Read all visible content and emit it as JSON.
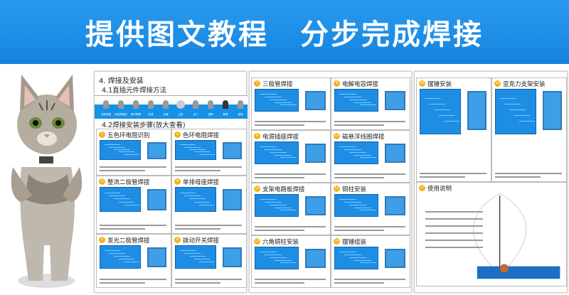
{
  "banner": {
    "title_left": "提供图文教程",
    "title_right": "分步完成焊接",
    "color": "#1a8fe3"
  },
  "page1": {
    "heading": "4. 焊接及安装",
    "sub1": "4.1直插元件焊接方法",
    "sub2": "4.2焊接安装步骤(放大查看)",
    "tools": [
      "加热焊盘",
      "添加焊锡丝",
      "移开焊锡",
      "完成",
      "正确",
      "过多",
      "太少",
      "虚焊",
      "焦黑",
      "连锡"
    ],
    "cells": [
      {
        "n": "1",
        "title": "五色环电阻识别"
      },
      {
        "n": "2",
        "title": "色环电阻焊接"
      },
      {
        "n": "3",
        "title": "整流二极管焊接"
      },
      {
        "n": "4",
        "title": "单排母座焊接"
      },
      {
        "n": "5",
        "title": "发光二极管焊接"
      },
      {
        "n": "6",
        "title": "拨动开关焊接"
      }
    ]
  },
  "page2": {
    "cells": [
      {
        "n": "7",
        "title": "三极管焊接"
      },
      {
        "n": "8",
        "title": "电解电容焊接"
      },
      {
        "n": "9",
        "title": "电源插座焊接"
      },
      {
        "n": "10",
        "title": "磁悬浮线圈焊接"
      },
      {
        "n": "11",
        "title": "支架电路板焊接"
      },
      {
        "n": "12",
        "title": "铜柱安装"
      },
      {
        "n": "13",
        "title": "六角铜柱安装"
      },
      {
        "n": "14",
        "title": "摆锤组装"
      }
    ]
  },
  "page3": {
    "cells": [
      {
        "n": "15",
        "title": "摆锤安装"
      },
      {
        "n": "16",
        "title": "亚克力支架安装"
      },
      {
        "n": "17",
        "title": "使用说明"
      }
    ]
  }
}
